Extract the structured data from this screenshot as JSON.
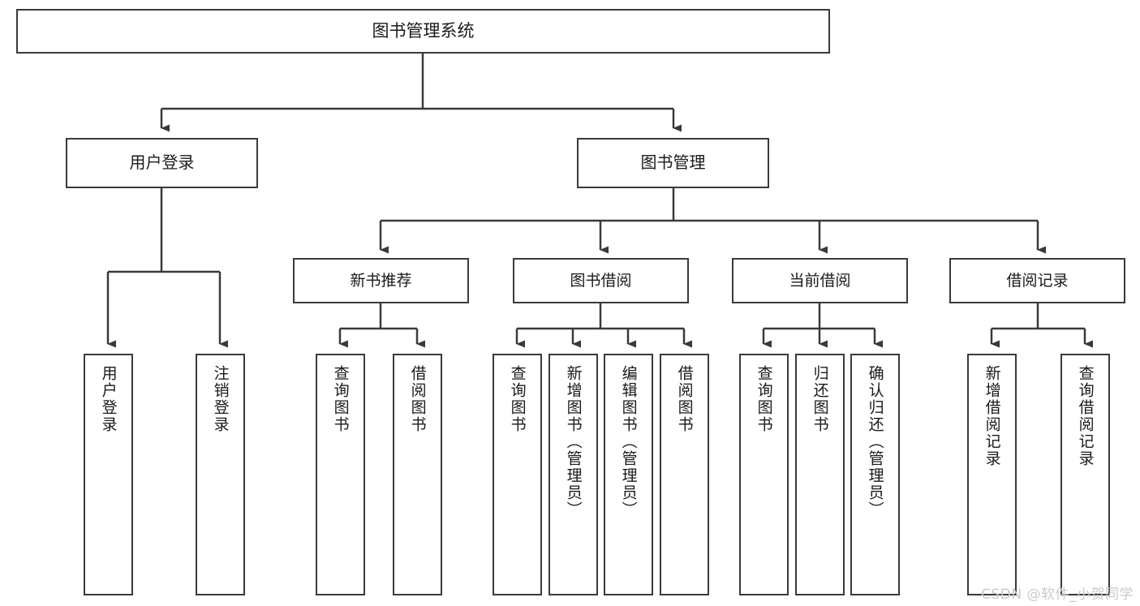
{
  "diagram": {
    "type": "tree-hierarchy-chart",
    "title": "图书管理系统",
    "root": {
      "id": "root",
      "label": "图书管理系统"
    },
    "level2": [
      {
        "id": "user-login",
        "label": "用户登录"
      },
      {
        "id": "book-management",
        "label": "图书管理"
      }
    ],
    "level3": [
      {
        "id": "new-book-recommend",
        "label": "新书推荐",
        "parent": "book-management"
      },
      {
        "id": "book-borrow",
        "label": "图书借阅",
        "parent": "book-management"
      },
      {
        "id": "current-borrow",
        "label": "当前借阅",
        "parent": "book-management"
      },
      {
        "id": "borrow-record",
        "label": "借阅记录",
        "parent": "book-management"
      }
    ],
    "leaves": [
      {
        "id": "leaf-user-login",
        "label": "用户登录",
        "parent": "user-login"
      },
      {
        "id": "leaf-user-logout",
        "label": "注销登录",
        "parent": "user-login"
      },
      {
        "id": "leaf-query-book-1",
        "label": "查询图书",
        "parent": "new-book-recommend"
      },
      {
        "id": "leaf-borrow-book-1",
        "label": "借阅图书",
        "parent": "new-book-recommend"
      },
      {
        "id": "leaf-query-book-2",
        "label": "查询图书",
        "parent": "book-borrow"
      },
      {
        "id": "leaf-add-book",
        "label": "新增图书（管理员）",
        "parent": "book-borrow"
      },
      {
        "id": "leaf-edit-book",
        "label": "编辑图书（管理员）",
        "parent": "book-borrow"
      },
      {
        "id": "leaf-borrow-book-2",
        "label": "借阅图书",
        "parent": "book-borrow"
      },
      {
        "id": "leaf-query-book-3",
        "label": "查询图书",
        "parent": "current-borrow"
      },
      {
        "id": "leaf-return-book",
        "label": "归还图书",
        "parent": "current-borrow"
      },
      {
        "id": "leaf-confirm-return",
        "label": "确认归还（管理员）",
        "parent": "current-borrow"
      },
      {
        "id": "leaf-add-record",
        "label": "新增借阅记录",
        "parent": "borrow-record"
      },
      {
        "id": "leaf-query-record",
        "label": "查询借阅记录",
        "parent": "borrow-record"
      }
    ],
    "colors": {
      "box_border": "#3a3a3a",
      "box_fill": "#ffffff",
      "edge": "#3a3a3a",
      "text": "#1a1a1a",
      "watermark": "#c9c9c9"
    }
  },
  "watermark": {
    "text": "CSDN @软件_小贺同学"
  }
}
